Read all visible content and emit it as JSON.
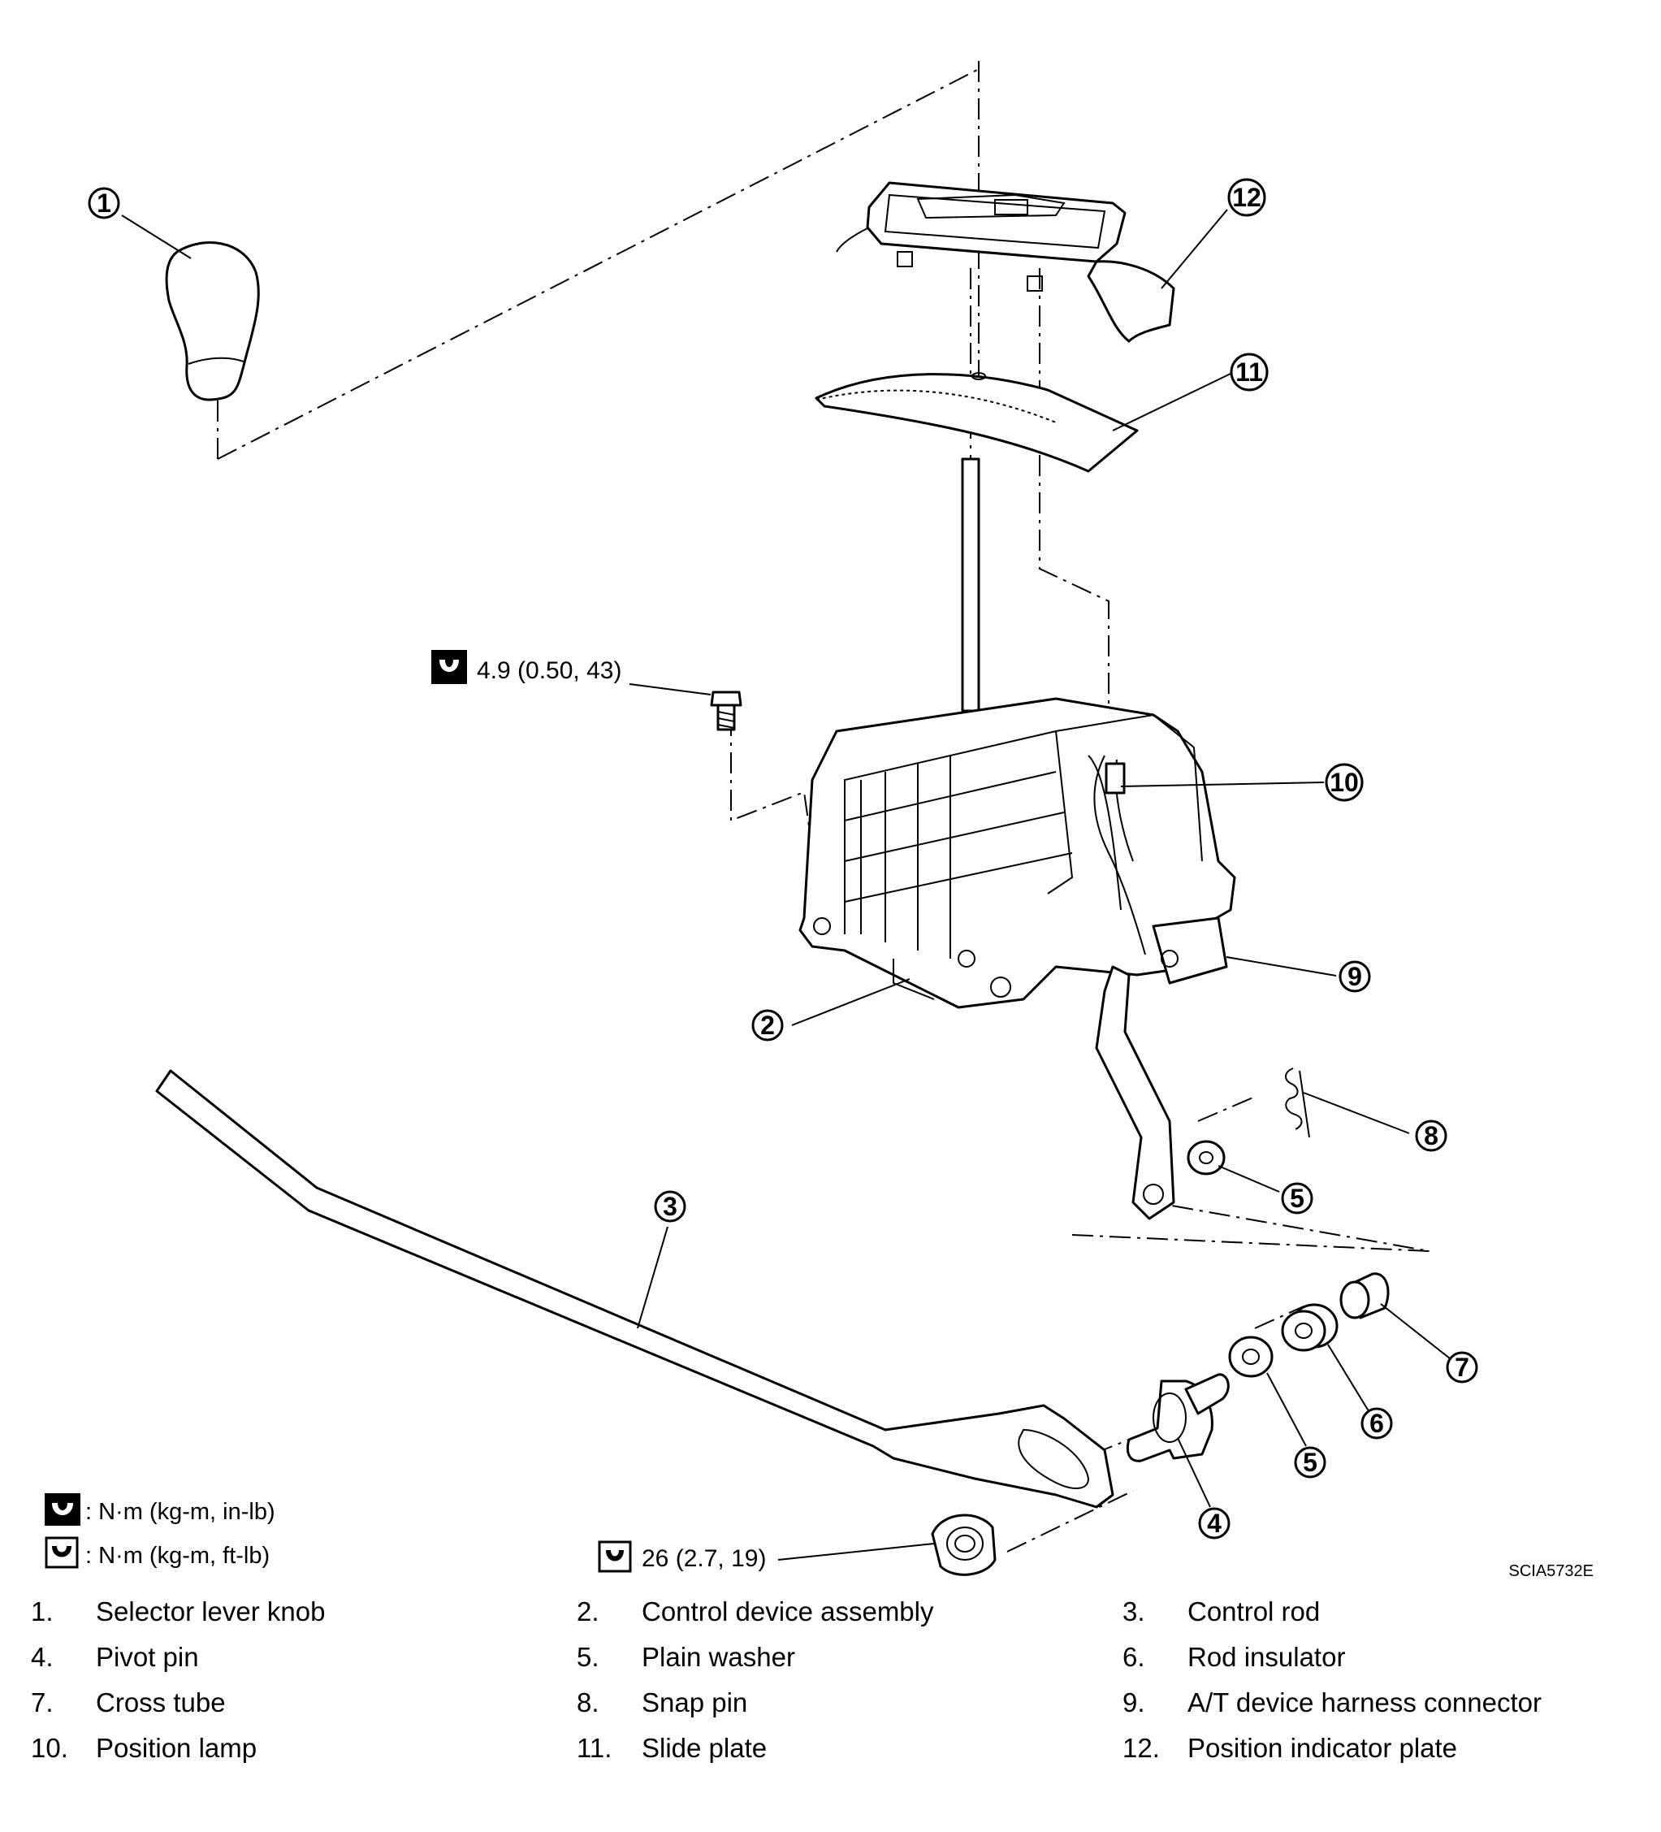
{
  "callouts": [
    "1",
    "2",
    "3",
    "4",
    "5",
    "5",
    "6",
    "7",
    "8",
    "9",
    "10",
    "11",
    "12"
  ],
  "torque_specs": {
    "bolt": "4.9 (0.50, 43)",
    "nut": "26 (2.7, 19)"
  },
  "legend": {
    "in_lb": ": N·m (kg-m, in-lb)",
    "ft_lb": ": N·m (kg-m, ft-lb)"
  },
  "figure_code": "SCIA5732E",
  "parts": [
    {
      "num": "1.",
      "name": "Selector lever knob"
    },
    {
      "num": "2.",
      "name": "Control device assembly"
    },
    {
      "num": "3.",
      "name": "Control rod"
    },
    {
      "num": "4.",
      "name": "Pivot pin"
    },
    {
      "num": "5.",
      "name": "Plain washer"
    },
    {
      "num": "6.",
      "name": "Rod insulator"
    },
    {
      "num": "7.",
      "name": "Cross tube"
    },
    {
      "num": "8.",
      "name": "Snap pin"
    },
    {
      "num": "9.",
      "name": "A/T device harness connector"
    },
    {
      "num": "10.",
      "name": "Position lamp"
    },
    {
      "num": "11.",
      "name": "Slide plate"
    },
    {
      "num": "12.",
      "name": "Position indicator plate"
    }
  ]
}
